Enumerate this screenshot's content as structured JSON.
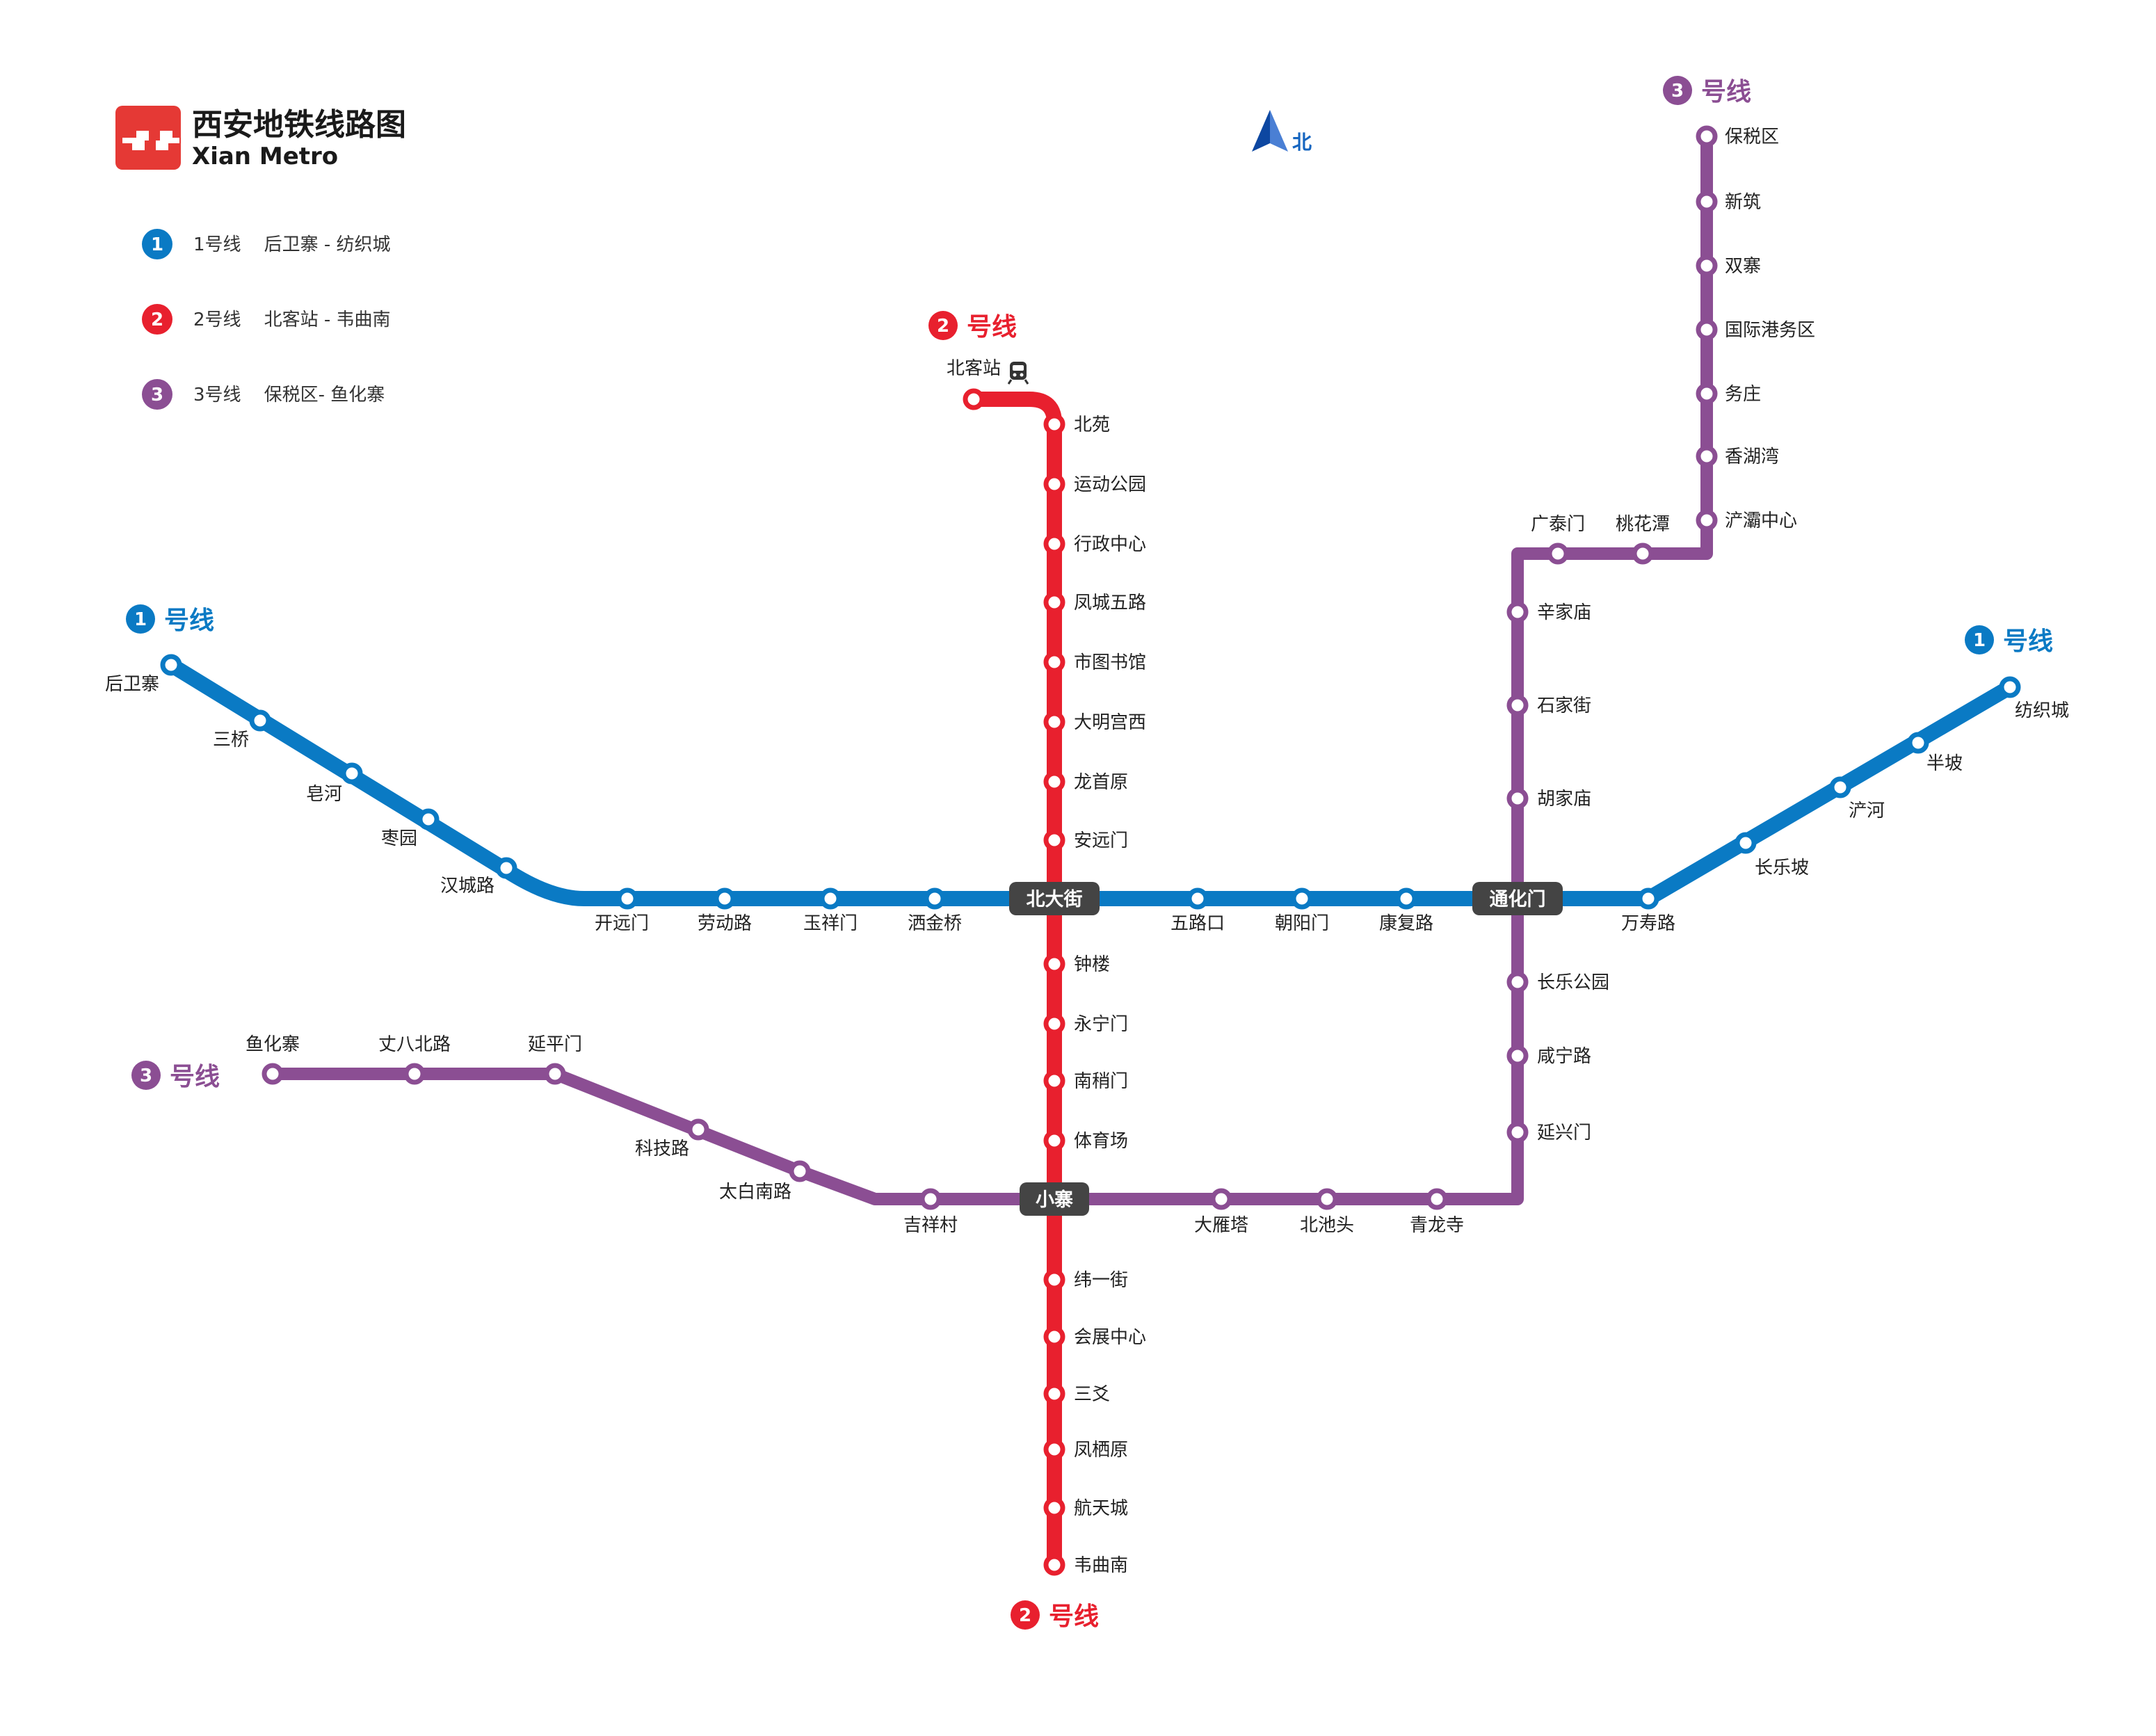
{
  "header": {
    "title_cn": "西安地铁线路图",
    "title_en": "Xian Metro",
    "logo_color": "#e53935"
  },
  "north": {
    "label": "北",
    "color": "#1565c0"
  },
  "colors": {
    "line1": "#0a7ac4",
    "line2": "#e8202e",
    "line3": "#8b4e93",
    "transfer": "#444444"
  },
  "legend": [
    {
      "num": "1",
      "text": "1号线    后卫寨 - 纺织城",
      "color": "#0a7ac4"
    },
    {
      "num": "2",
      "text": "2号线    北客站 - 韦曲南",
      "color": "#e8202e"
    },
    {
      "num": "3",
      "text": "3号线    保税区- 鱼化寨",
      "color": "#8b4e93"
    }
  ],
  "line_tags": [
    {
      "num": "1",
      "text": "号线",
      "color": "#0a7ac4"
    },
    {
      "num": "1",
      "text": "号线",
      "color": "#0a7ac4"
    },
    {
      "num": "2",
      "text": "号线",
      "color": "#e8202e"
    },
    {
      "num": "2",
      "text": "号线",
      "color": "#e8202e"
    },
    {
      "num": "3",
      "text": "号线",
      "color": "#8b4e93"
    },
    {
      "num": "3",
      "text": "号线",
      "color": "#8b4e93"
    }
  ],
  "transfers": [
    {
      "name": "北大街"
    },
    {
      "name": "通化门"
    },
    {
      "name": "小寨"
    }
  ],
  "line1": {
    "stations": [
      "后卫寨",
      "三桥",
      "皂河",
      "枣园",
      "汉城路",
      "开远门",
      "劳动路",
      "玉祥门",
      "洒金桥",
      "五路口",
      "朝阳门",
      "康复路",
      "万寿路",
      "长乐坡",
      "浐河",
      "半坡",
      "纺织城"
    ]
  },
  "line2": {
    "stations": [
      "北客站",
      "北苑",
      "运动公园",
      "行政中心",
      "凤城五路",
      "市图书馆",
      "大明宫西",
      "龙首原",
      "安远门",
      "钟楼",
      "永宁门",
      "南稍门",
      "体育场",
      "纬一街",
      "会展中心",
      "三爻",
      "凤栖原",
      "航天城",
      "韦曲南"
    ],
    "train_icon": "train-icon"
  },
  "line3": {
    "stations": [
      "保税区",
      "新筑",
      "双寨",
      "国际港务区",
      "务庄",
      "香湖湾",
      "浐灞中心",
      "桃花潭",
      "广泰门",
      "辛家庙",
      "石家街",
      "胡家庙",
      "长乐公园",
      "咸宁路",
      "延兴门",
      "青龙寺",
      "北池头",
      "大雁塔",
      "吉祥村",
      "太白南路",
      "科技路",
      "延平门",
      "丈八北路",
      "鱼化寨"
    ]
  }
}
